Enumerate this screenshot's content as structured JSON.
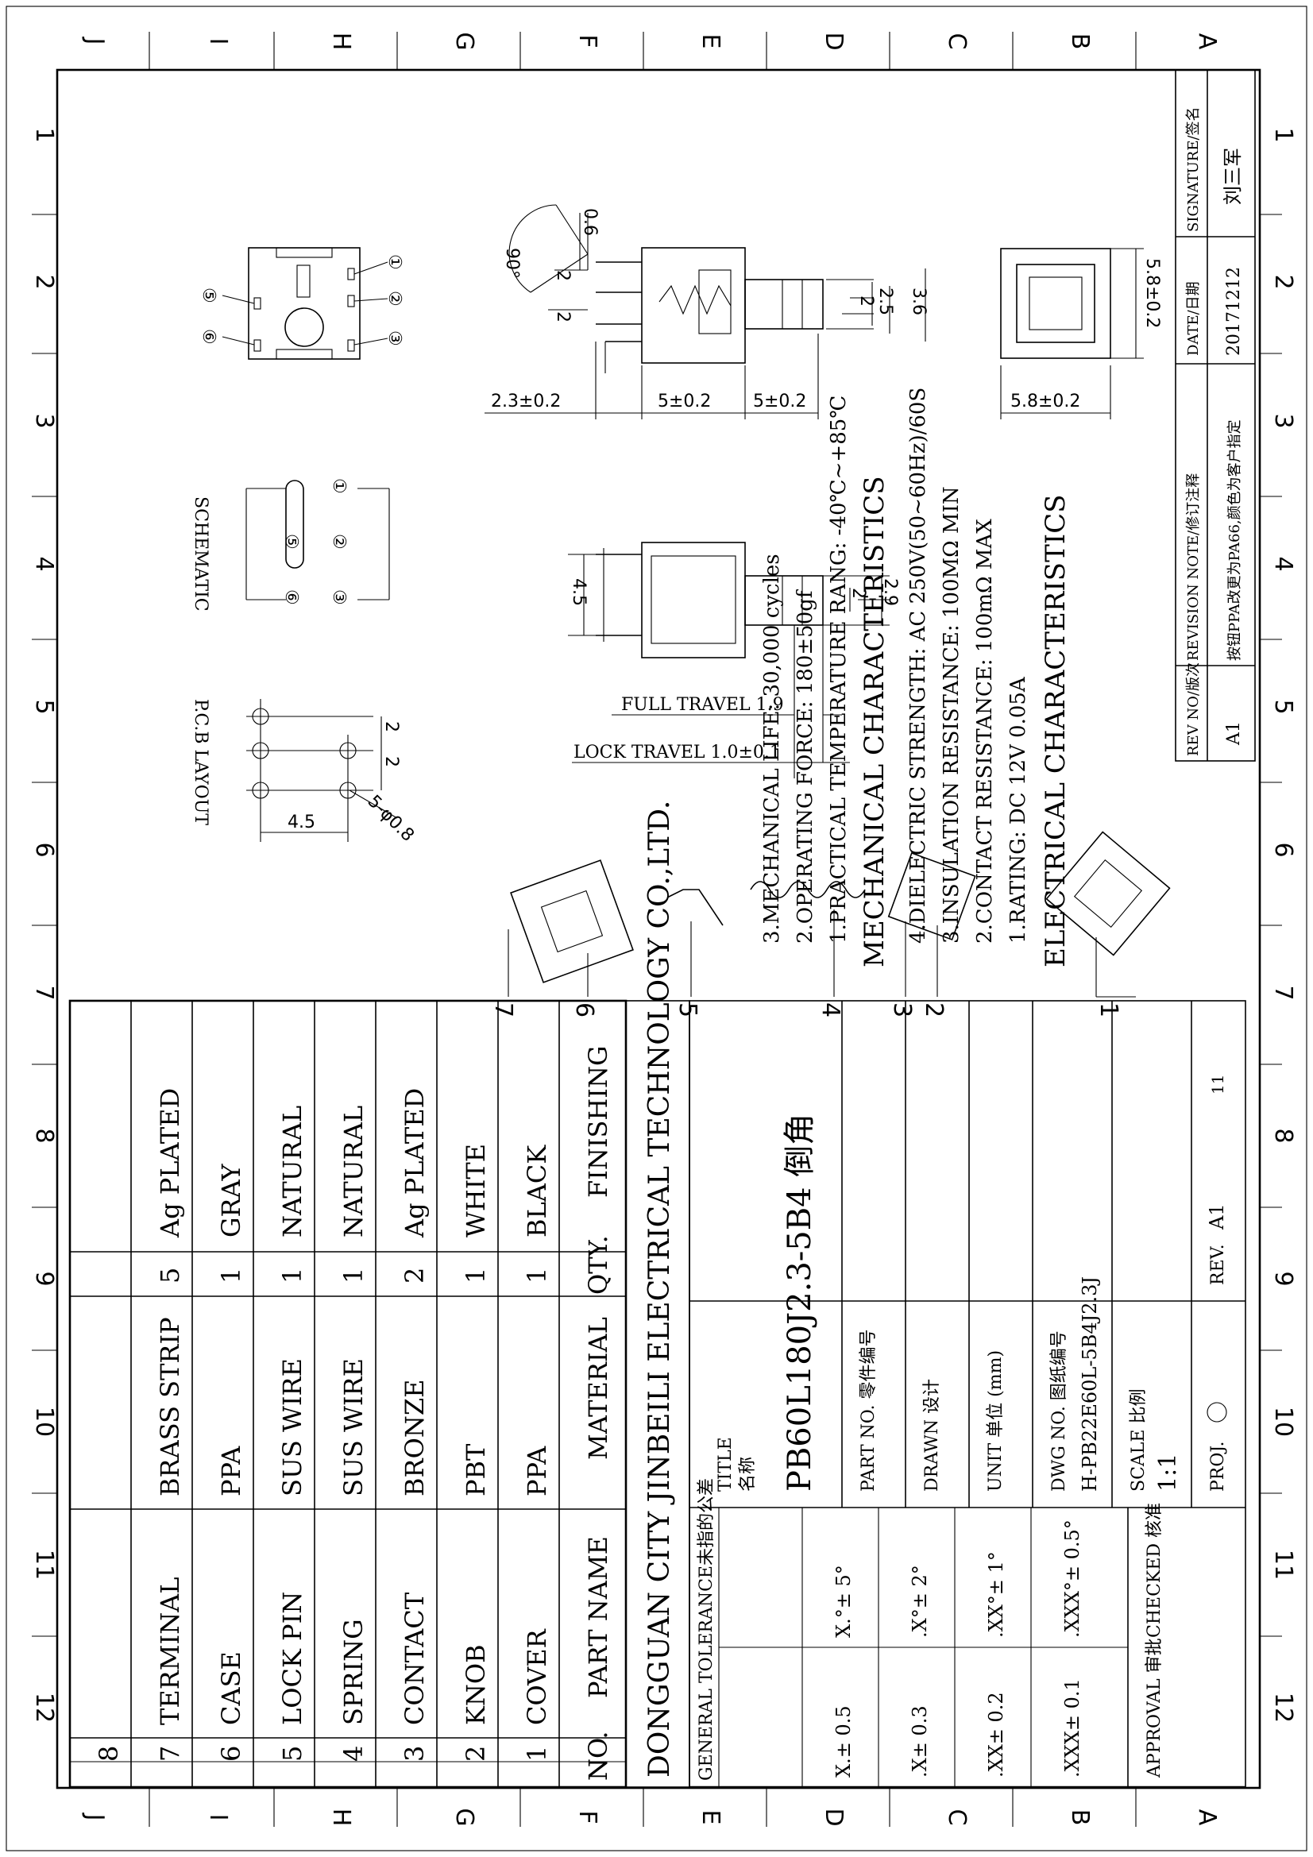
{
  "zones": {
    "letters": [
      "J",
      "I",
      "H",
      "G",
      "F",
      "E",
      "D",
      "C",
      "B",
      "A"
    ],
    "numbers": [
      "1",
      "2",
      "3",
      "4",
      "5",
      "6",
      "7",
      "8",
      "9",
      "10",
      "11",
      "12"
    ]
  },
  "top_view": {
    "pin_labels": [
      "①",
      "②",
      "③",
      "⑤",
      "⑥"
    ]
  },
  "side_view": {
    "dims": {
      "d06": "0.6",
      "d90": "90°",
      "d2a": "2",
      "d2b": "2",
      "d36": "3.6",
      "d25": "2.5",
      "d2c": "2",
      "d23": "2.3±0.2",
      "d5a": "5±0.2",
      "d5b": "5±0.2"
    }
  },
  "front_view": {
    "dims": {
      "w": "5.8±0.2",
      "h": "5.8±0.2"
    }
  },
  "schematic": {
    "label": "SCHEMATIC",
    "pins": [
      "①",
      "②",
      "③",
      "⑤",
      "⑥"
    ]
  },
  "lower_view": {
    "dims": {
      "d45": "4.5",
      "d2": "2",
      "d29": "2.9"
    },
    "full_travel": "FULL TRAVEL 1.9",
    "lock_travel": "LOCK TRAVEL 1.0±0.1"
  },
  "pcb_layout": {
    "label": "P.C.B LAYOUT",
    "d2a": "2",
    "d2b": "2",
    "d45": "4.5",
    "holes": "5-φ0.8"
  },
  "exploded": {
    "callouts": [
      "7",
      "6",
      "5",
      "4",
      "3",
      "2",
      "1"
    ]
  },
  "revision": {
    "headers": [
      "REV NO/版次",
      "REVISION NOTE/修订注释",
      "DATE/日期",
      "SIGNATURE/签名"
    ],
    "row": [
      "A1",
      "按钮PPA改更为PA66,颜色为客户指定",
      "20171212",
      "刘三军"
    ]
  },
  "electrical": {
    "title": "ELECTRICAL CHARACTERISTICS",
    "items": [
      "1.RATING: DC 12V 0.05A",
      "2.CONTACT RESISTANCE: 100mΩ MAX",
      "3.INSULATION RESISTANCE: 100MΩ MIN",
      "4.DIELECTRIC STRENGTH: AC 250V(50~60Hz)/60S"
    ]
  },
  "mechanical": {
    "title": "MECHANICAL CHARACTERISTICS",
    "items": [
      "1.PRACTICAL TEMPERATURE RANG: -40℃~+85℃",
      "2.OPERATING FORCE: 180±50gf",
      "3.MECHANICAL LIFE: 30,000 cycles"
    ]
  },
  "bom": {
    "headers": [
      "NO.",
      "PART NAME",
      "MATERIAL",
      "QTY.",
      "FINISHING"
    ],
    "rows": [
      [
        "8",
        "",
        "",
        "",
        ""
      ],
      [
        "7",
        "TERMINAL",
        "BRASS STRIP",
        "5",
        "Ag PLATED"
      ],
      [
        "6",
        "CASE",
        "PPA",
        "1",
        "GRAY"
      ],
      [
        "5",
        "LOCK PIN",
        "SUS WIRE",
        "1",
        "NATURAL"
      ],
      [
        "4",
        "SPRING",
        "SUS WIRE",
        "1",
        "NATURAL"
      ],
      [
        "3",
        "CONTACT",
        "BRONZE",
        "2",
        "Ag PLATED"
      ],
      [
        "2",
        "KNOB",
        "PBT",
        "1",
        "WHITE"
      ],
      [
        "1",
        "COVER",
        "PPA",
        "1",
        "BLACK"
      ]
    ]
  },
  "company": "DONGGUAN CITY JINBEILI ELECTRICAL TECHNOLOGY CO.,LTD.",
  "tolerance": {
    "title": "GENERAL TOLERANCE未指的公差",
    "rows": [
      [
        "X.± 0.5",
        "X.°± 5°"
      ],
      [
        ".X± 0.3",
        ".X°± 2°"
      ],
      [
        ".XX± 0.2",
        ".XX°± 1°"
      ],
      [
        ".XXX± 0.1",
        ".XXX°± 0.5°"
      ]
    ],
    "approval": "APPROVAL 审批",
    "checked": "CHECKED 核准"
  },
  "title_block": {
    "title_label": "TITLE",
    "name_label": "名称",
    "title": "PB60L180J2.3-5B4 倒角",
    "part_no_label": "PART NO. 零件编号",
    "dwg_no_label": "DWG NO. 图纸编号",
    "dwg_no": "H-PB22E60L-5B4J2.3J",
    "drawn_label": "DRAWN 设计",
    "unit_label": "UNIT 单位 (mm)",
    "scale_label": "SCALE 比例",
    "scale": "1:1",
    "proj_label": "PROJ.",
    "rev_label": "REV.",
    "rev": "A1",
    "sheet_mark": "11"
  }
}
